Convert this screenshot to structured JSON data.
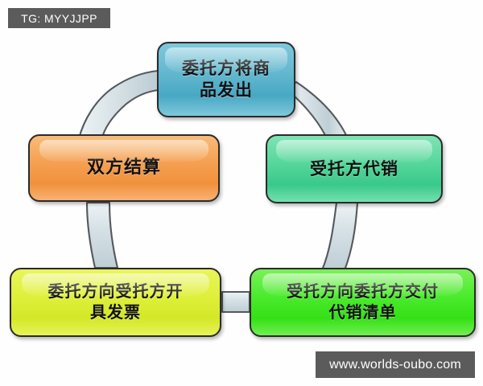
{
  "diagram": {
    "title_watermark": "TG: MYYJJPP",
    "site_watermark": "www.worlds-oubo.com",
    "nodes": [
      {
        "id": "ship",
        "label": "委托方将商\n品发出",
        "line1": "委托方将商",
        "line2": "品发出",
        "color": "#5cb3cc",
        "position": "top"
      },
      {
        "id": "consign",
        "label": "受托方代销",
        "line1": "受托方代销",
        "line2": "",
        "color": "#46cf94",
        "position": "right"
      },
      {
        "id": "list",
        "label": "受托方向委托方交付\n代销清单",
        "line1": "受托方向委托方交付",
        "line2": "代销清单",
        "color": "#44e722",
        "position": "bottom-right"
      },
      {
        "id": "invoice",
        "label": "委托方向受托方开\n具发票",
        "line1": "委托方向受托方开",
        "line2": "具发票",
        "color": "#dcef33",
        "position": "bottom-left"
      },
      {
        "id": "settle",
        "label": "双方结算",
        "line1": "双方结算",
        "line2": "",
        "color": "#f2a04a",
        "position": "left"
      }
    ],
    "connectors": [
      {
        "id": "ship-to-consign",
        "from": "ship",
        "to": "consign",
        "style": "curved-band",
        "arrowhead": false
      },
      {
        "id": "consign-to-list",
        "from": "consign",
        "to": "list",
        "style": "curved-band",
        "arrowhead": false
      },
      {
        "id": "list-to-invoice",
        "from": "list",
        "to": "invoice",
        "style": "straight-band",
        "arrowhead": false
      },
      {
        "id": "invoice-to-settle",
        "from": "invoice",
        "to": "settle",
        "style": "curved-band",
        "arrowhead": false
      },
      {
        "id": "settle-to-ship",
        "from": "settle",
        "to": "ship",
        "style": "curved-arrow",
        "arrowhead": true
      }
    ],
    "colors": {
      "band_fill": "#ccd9de",
      "band_stroke": "#5a5a5a",
      "node_border": "#2b2b2b",
      "watermark_bg": "#5b5b5b",
      "watermark_text": "#ffffff",
      "background": "#fefefe"
    }
  }
}
